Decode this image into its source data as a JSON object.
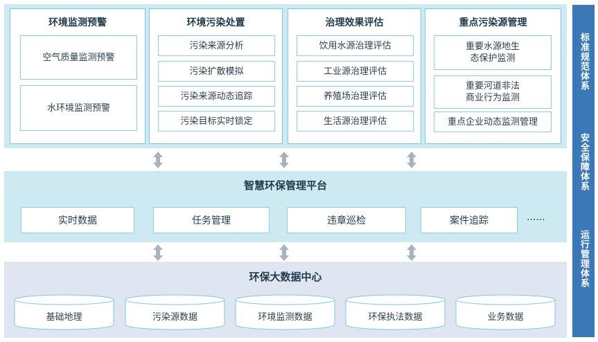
{
  "modules": [
    {
      "title": "环境监测预警",
      "items": [
        "空气质量监测预警",
        "水环境监测预警"
      ]
    },
    {
      "title": "环境污染处置",
      "items": [
        "污染来源分析",
        "污染扩散模拟",
        "污染来源动态追踪",
        "污染目标实时锁定"
      ]
    },
    {
      "title": "治理效果评估",
      "items": [
        "饮用水源治理评估",
        "工业源治理评估",
        "养殖场治理评估",
        "生活源治理评估"
      ]
    },
    {
      "title": "重点污染源管理",
      "items": [
        "重要水源地生\n态保护监测",
        "重要河道非法\n商业行为监测",
        "重点企业动态监测管理"
      ]
    }
  ],
  "platform": {
    "title": "智慧环保管理平台",
    "items": [
      "实时数据",
      "任务管理",
      "违章巡检",
      "案件追踪"
    ],
    "more": "......"
  },
  "datacenter": {
    "title": "环保大数据中心",
    "items": [
      "基础地理",
      "污染源数据",
      "环境监测数据",
      "环保执法数据",
      "业务数据"
    ]
  },
  "sidebar": [
    "标准规范体系",
    "安全保障体系",
    "运行管理体系"
  ],
  "colors": {
    "panel": "#cde9f1",
    "border": "#7ccadf",
    "sidebar": "#3a78b8",
    "datacenter": "#dfe6f2",
    "arrow": "#a7b3bd"
  }
}
